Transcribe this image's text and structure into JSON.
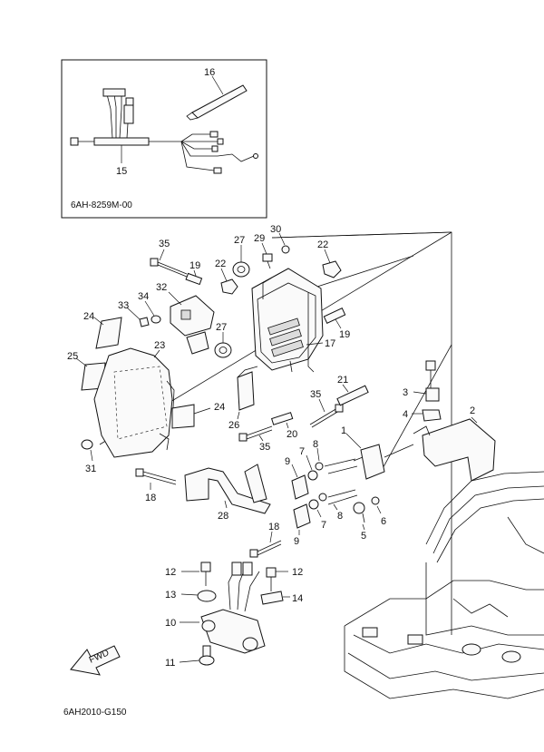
{
  "kit_code": "6AH-8259M-00",
  "drawing_code": "6AH2010-G150",
  "fwd_label": "FWD",
  "callouts": {
    "c1": "1",
    "c2": "2",
    "c3": "3",
    "c4": "4",
    "c5": "5",
    "c6": "6",
    "c7a": "7",
    "c7b": "7",
    "c8a": "8",
    "c8b": "8",
    "c9a": "9",
    "c9b": "9",
    "c10": "10",
    "c11": "11",
    "c12a": "12",
    "c12b": "12",
    "c13": "13",
    "c14": "14",
    "c15": "15",
    "c16": "16",
    "c17": "17",
    "c18a": "18",
    "c18b": "18",
    "c19a": "19",
    "c19b": "19",
    "c20": "20",
    "c21": "21",
    "c22a": "22",
    "c22b": "22",
    "c23": "23",
    "c24a": "24",
    "c24b": "24",
    "c25": "25",
    "c26": "26",
    "c27a": "27",
    "c27b": "27",
    "c28": "28",
    "c29": "29",
    "c30": "30",
    "c31": "31",
    "c32": "32",
    "c33": "33",
    "c34": "34",
    "c35a": "35",
    "c35b": "35",
    "c35c": "35"
  }
}
